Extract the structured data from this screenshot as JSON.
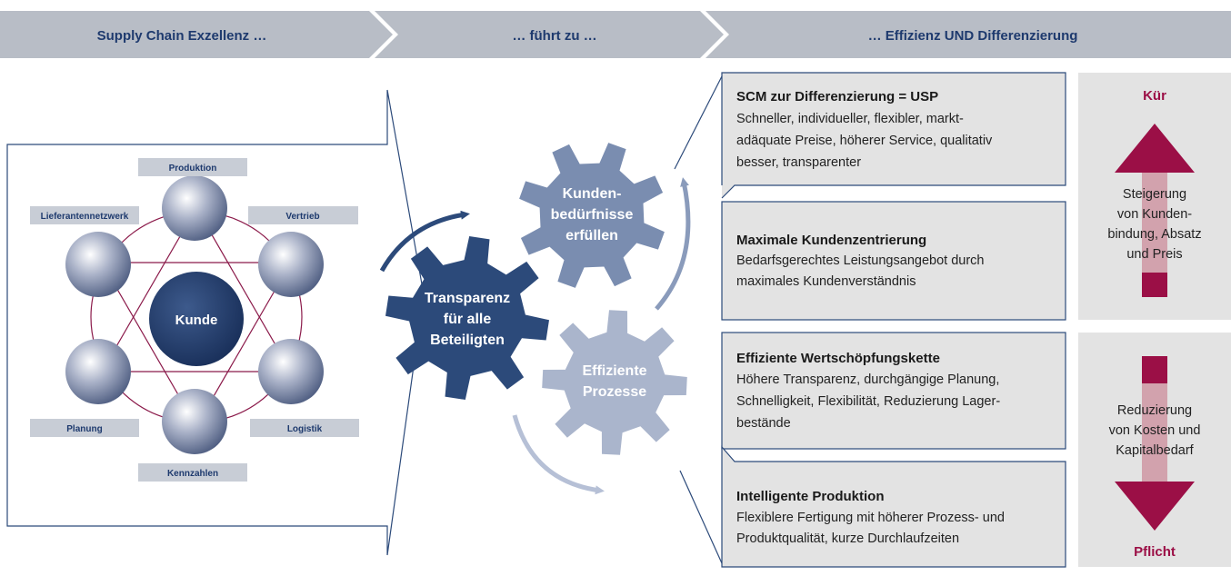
{
  "header": {
    "step1": "Supply Chain Exzellenz …",
    "step2": "… führt zu …",
    "step3": "… Effizienz UND Differenzierung"
  },
  "network": {
    "center": "Kunde",
    "nodes": {
      "produktion": "Produktion",
      "vertrieb": "Vertrieb",
      "logistik": "Logistik",
      "kennzahlen": "Kennzahlen",
      "planung": "Planung",
      "lieferanten": "Lieferantennetzwerk"
    }
  },
  "gears": {
    "kunden": [
      "Kunden-",
      "bedürfnisse",
      "erfüllen"
    ],
    "transparenz": [
      "Transparenz",
      "für alle",
      "Beteiligten"
    ],
    "effizient": [
      "Effiziente",
      "Prozesse"
    ]
  },
  "boxes": [
    {
      "title": "SCM zur Differenzierung = USP",
      "lines": [
        "Schneller, individueller, flexibler, markt-",
        "adäquate Preise, höherer Service, qualitativ",
        "besser, transparenter"
      ]
    },
    {
      "title": "Maximale Kundenzentrierung",
      "lines": [
        "Bedarfsgerechtes Leistungsangebot durch",
        "maximales Kundenverständnis"
      ]
    },
    {
      "title": "Effiziente Wertschöpfungskette",
      "lines": [
        "Höhere Transparenz, durchgängige Planung,",
        "Schnelligkeit, Flexibilität, Reduzierung Lager-",
        "bestände"
      ]
    },
    {
      "title": "Intelligente Produktion",
      "lines": [
        "Flexiblere Fertigung mit höherer Prozess- und",
        "Produktqualität, kurze Durchlaufzeiten"
      ]
    }
  ],
  "arrows": {
    "up": {
      "title": "Kür",
      "lines": [
        "Steigerung",
        "von Kunden-",
        "bindung, Absatz",
        "und Preis"
      ]
    },
    "down": {
      "title": "Pflicht",
      "lines": [
        "Reduzierung",
        "von Kosten und",
        "Kapitalbedarf"
      ]
    }
  },
  "colors": {
    "header_band": "#b8bdc6",
    "navy": "#2c4a7a",
    "gear_mid": "#7a8db0",
    "gear_light": "#aab5cc",
    "maroon": "#9b0f46",
    "box_fill": "#e3e3e3"
  }
}
